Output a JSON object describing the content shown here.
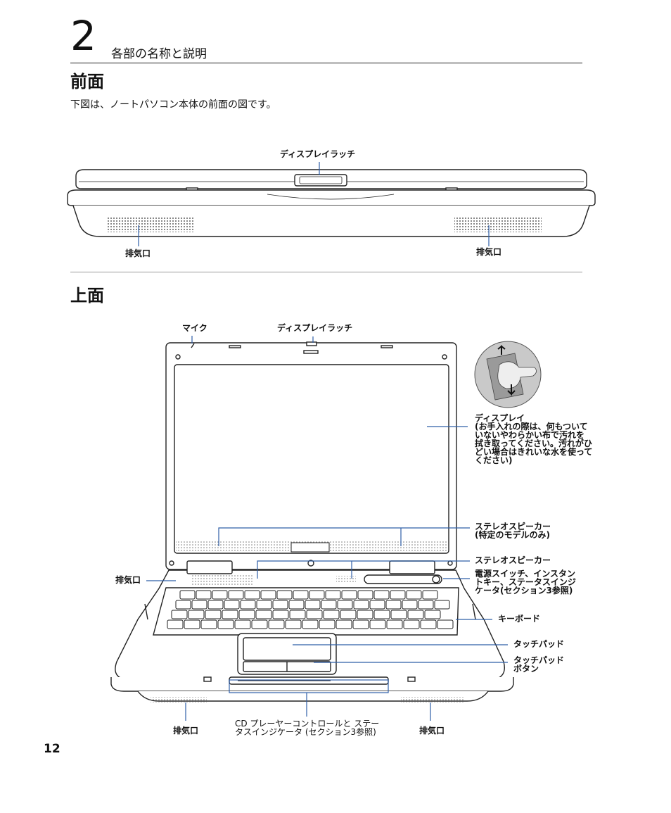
{
  "header": {
    "chapter_number": "2",
    "chapter_title": "各部の名称と説明"
  },
  "front_section": {
    "title": "前面",
    "intro": "下図は、ノートパソコン本体の前面の図です。",
    "labels": {
      "display_latch": "ディスプレイラッチ",
      "vent_left": "排気口",
      "vent_right": "排気口"
    }
  },
  "top_section": {
    "title": "上面",
    "labels": {
      "mic": "マイク",
      "display_latch": "ディスプレイラッチ",
      "display": [
        "ディスプレイ",
        "(お手入れの際は、何もついて",
        "いないやわらかい布で汚れを",
        "拭き取ってください。汚れがひ",
        "どい場合はきれいな水を使って",
        "ください)"
      ],
      "stereo_speaker_model": [
        "ステレオスピーカー",
        "(特定のモデルのみ)"
      ],
      "stereo_speaker": "ステレオスピーカー",
      "power_switch": [
        "電源スイッチ、インスタン",
        "トキー、ステータスインジ",
        "ケータ(セクション3参照)"
      ],
      "vent_side": "排気口",
      "keyboard": "キーボード",
      "touchpad": "タッチパッド",
      "touchpad_buttons": [
        "タッチパッド",
        "ボタン"
      ],
      "cd_player": [
        "CD プレーヤーコントロールと ステー",
        "タスインジケータ (セクション3参照)"
      ],
      "vent_bottom_left": "排気口",
      "vent_bottom_right": "排気口"
    }
  },
  "footer": {
    "page_number": "12"
  },
  "colors": {
    "leader_line": "#2f5fa8",
    "outline": "#222222",
    "panel_gray": "#cfcfcf"
  }
}
